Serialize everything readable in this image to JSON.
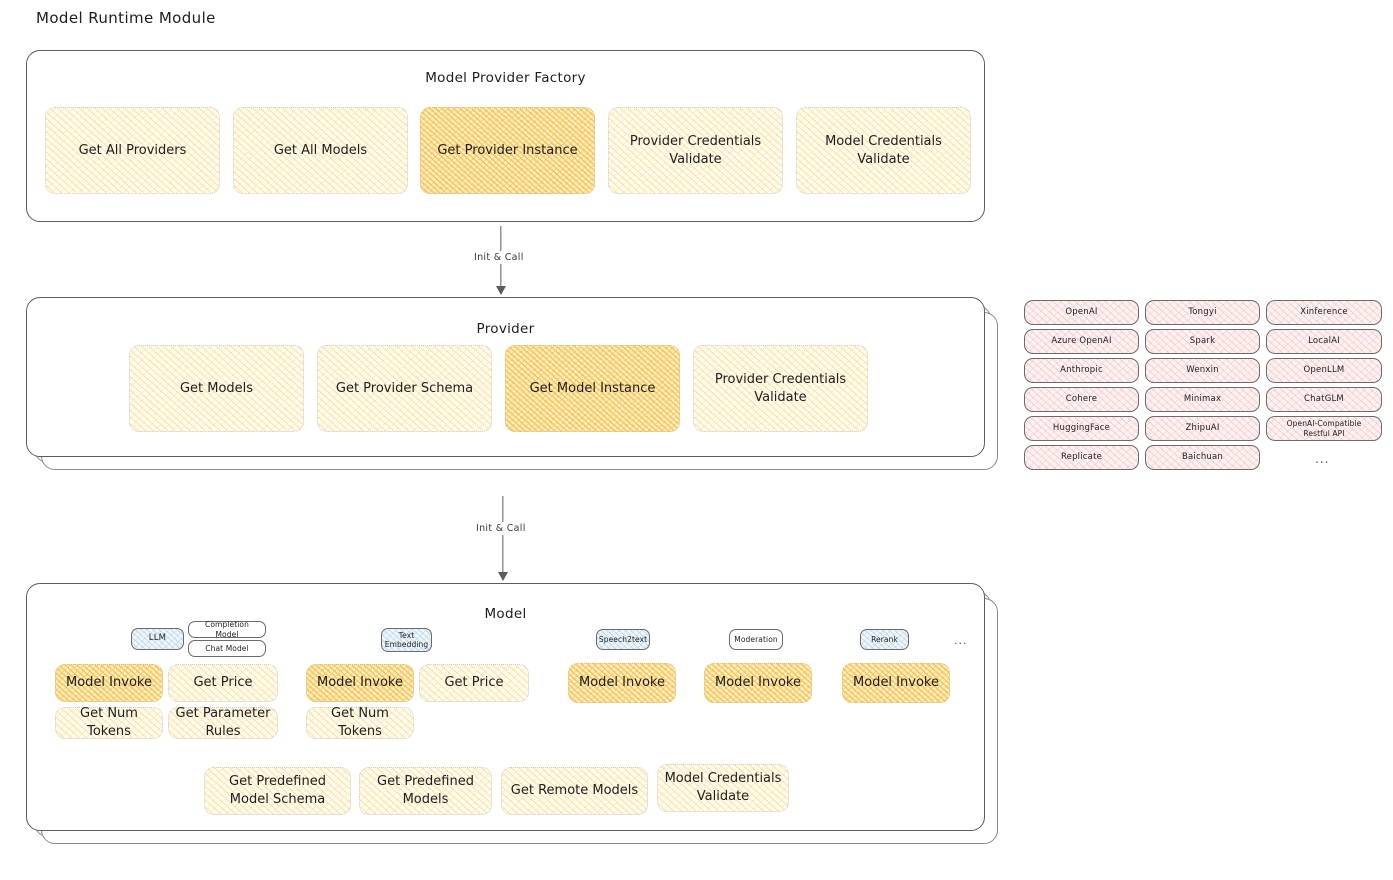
{
  "title": "Model Runtime Module",
  "arrows": [
    {
      "label": "Init & Call"
    },
    {
      "label": "Init & Call"
    }
  ],
  "factory": {
    "title": "Model Provider Factory",
    "items": [
      {
        "label": "Get All Providers",
        "highlight": false
      },
      {
        "label": "Get All Models",
        "highlight": false
      },
      {
        "label": "Get Provider Instance",
        "highlight": true
      },
      {
        "label": "Provider Credentials Validate",
        "highlight": false
      },
      {
        "label": "Model Credentials Validate",
        "highlight": false
      }
    ]
  },
  "provider": {
    "title": "Provider",
    "items": [
      {
        "label": "Get Models",
        "highlight": false
      },
      {
        "label": "Get Provider Schema",
        "highlight": false
      },
      {
        "label": "Get Model Instance",
        "highlight": true
      },
      {
        "label": "Provider Credentials Validate",
        "highlight": false
      }
    ]
  },
  "provider_list": {
    "columns": [
      [
        "OpenAI",
        "Azure OpenAI",
        "Anthropic",
        "Cohere",
        "HuggingFace",
        "Replicate"
      ],
      [
        "Tongyi",
        "Spark",
        "Wenxin",
        "Minimax",
        "ZhipuAI",
        "Baichuan"
      ],
      [
        "Xinference",
        "LocalAI",
        "OpenLLM",
        "ChatGLM",
        "OpenAI-Compatible Restful API"
      ]
    ],
    "more": "..."
  },
  "model": {
    "title": "Model",
    "more": "...",
    "types": [
      {
        "name": "LLM",
        "chip_style": "blue",
        "sub_chips": [
          "Completion Model",
          "Chat Model"
        ],
        "methods": [
          {
            "label": "Model Invoke",
            "highlight": true
          },
          {
            "label": "Get Price",
            "highlight": false
          },
          {
            "label": "Get Num Tokens",
            "highlight": false
          },
          {
            "label": "Get Parameter Rules",
            "highlight": false
          }
        ]
      },
      {
        "name": "Text Embedding",
        "chip_style": "blue",
        "sub_chips": [],
        "methods": [
          {
            "label": "Model Invoke",
            "highlight": true
          },
          {
            "label": "Get Price",
            "highlight": false
          },
          {
            "label": "Get Num Tokens",
            "highlight": false
          }
        ]
      },
      {
        "name": "Speech2text",
        "chip_style": "blue",
        "sub_chips": [],
        "methods": [
          {
            "label": "Model Invoke",
            "highlight": true
          }
        ]
      },
      {
        "name": "Moderation",
        "chip_style": "white",
        "sub_chips": [],
        "methods": [
          {
            "label": "Model Invoke",
            "highlight": true
          }
        ]
      },
      {
        "name": "Rerank",
        "chip_style": "blue",
        "sub_chips": [],
        "methods": [
          {
            "label": "Model Invoke",
            "highlight": true
          }
        ]
      }
    ],
    "common_methods": [
      "Get Predefined Model Schema",
      "Get Predefined Models",
      "Get Remote Models",
      "Model Credentials Validate"
    ]
  },
  "colors": {
    "cream": "#fefbef",
    "amber": "#fdeec4",
    "pink": "#fdf1f1",
    "blue": "#eff6fb",
    "stroke": "#5c5c5c",
    "text": "#1e1e1e"
  }
}
